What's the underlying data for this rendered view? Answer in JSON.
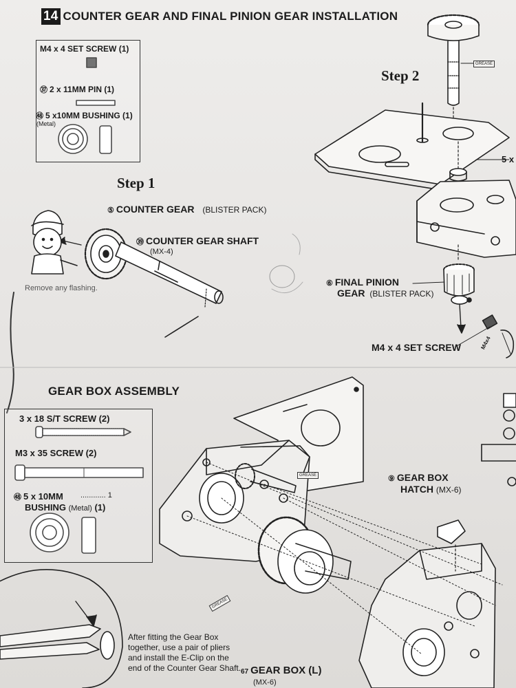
{
  "section14": {
    "number": "14",
    "title": "COUNTER GEAR AND FINAL PINION GEAR INSTALLATION",
    "parts": {
      "set_screw": "M4 x 4 SET SCREW (1)",
      "pin_num": "㊲",
      "pin": "2 x 11MM PIN (1)",
      "bushing_num": "㊽",
      "bushing": "5 x10MM BUSHING (1)",
      "bushing_note": "(Metal)"
    },
    "step1": {
      "title": "Step 1",
      "counter_gear_num": "⑤",
      "counter_gear": "COUNTER GEAR",
      "counter_gear_note": "(BLISTER PACK)",
      "shaft_num": "㊴",
      "shaft": "COUNTER GEAR SHAFT",
      "shaft_code": "(MX-4)",
      "remove_flashing": "Remove any flashing."
    },
    "step2": {
      "title": "Step 2",
      "grease": "GREASE",
      "bushing_cut": "5 x",
      "pinion_num": "⑥",
      "pinion_line1": "FINAL PINION",
      "pinion_line2": "GEAR",
      "pinion_note": "(BLISTER PACK)",
      "set_screw": "M4 x 4 SET SCREW",
      "tag": "M4x4"
    }
  },
  "section15": {
    "title": "GEAR BOX ASSEMBLY",
    "parts": {
      "st_screw": "3 x 18 S/T SCREW (2)",
      "m3_screw": "M3 x 35 SCREW (2)",
      "bushing_num": "㊽",
      "bushing_line1": "5 x 10MM",
      "bushing_line2": "BUSHING",
      "bushing_metal": "(Metal)",
      "bushing_qty": "(1)",
      "dots": "............ 1"
    },
    "grease1": "GREASE",
    "grease2": "GREASE",
    "hatch_num": "⑨",
    "hatch": "GEAR BOX",
    "hatch_line2": "HATCH",
    "hatch_code": "(MX-6)",
    "note_lines": [
      "After fitting the Gear Box",
      "together, use a pair of pliers",
      "and install the E-Clip on the",
      "end of the Counter Gear Shaft."
    ],
    "gearbox_num": "67",
    "gearbox": "GEAR BOX (L)",
    "gearbox_code": "(MX-6)"
  }
}
